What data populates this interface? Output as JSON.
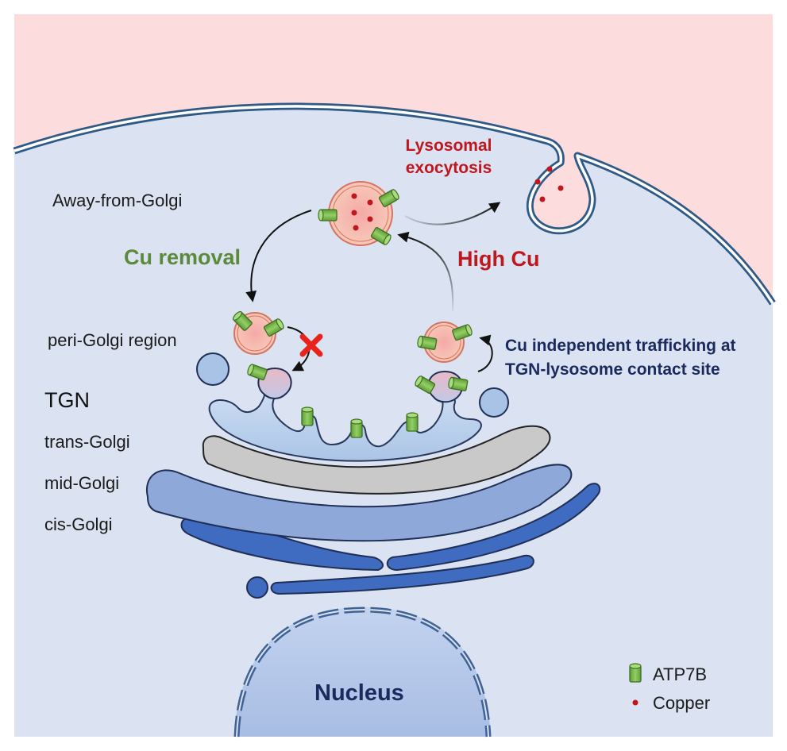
{
  "labels": {
    "away_from_golgi": "Away-from-Golgi",
    "cu_removal": "Cu removal",
    "high_cu": "High Cu",
    "lysosomal_exocytosis_line1": "Lysosomal",
    "lysosomal_exocytosis_line2": "exocytosis",
    "peri_golgi_region": "peri-Golgi region",
    "cu_independent_line1": "Cu independent trafficking at",
    "cu_independent_line2": "TGN-lysosome contact site",
    "tgn": "TGN",
    "trans_golgi": "trans-Golgi",
    "mid_golgi": "mid-Golgi",
    "cis_golgi": "cis-Golgi",
    "nucleus": "Nucleus"
  },
  "legend": {
    "atp7b": "ATP7B",
    "copper": "Copper"
  },
  "colors": {
    "extracellular": "#fcdcdc",
    "cytoplasm": "#dbe3f2",
    "membrane": "#2f5a85",
    "lysosome_fill": "#f6b6ae",
    "lysosome_ring": "#d6745f",
    "atp7b_green": "#7cbd4b",
    "copper_red": "#c0161d",
    "tgn_fill": "#bcd3ec",
    "trans_golgi": "#c9c9c9",
    "mid_golgi": "#8ea8da",
    "cis_golgi": "#3f6bc1",
    "nucleus": "#b2c5e6",
    "navy_text": "#1b2a5e",
    "green_text": "#5b8a3a",
    "red_text": "#c0161d"
  },
  "icons": {
    "block": "red-x-icon",
    "transporter": "atp7b-cylinder-icon",
    "copper_ion": "copper-dot-icon"
  }
}
